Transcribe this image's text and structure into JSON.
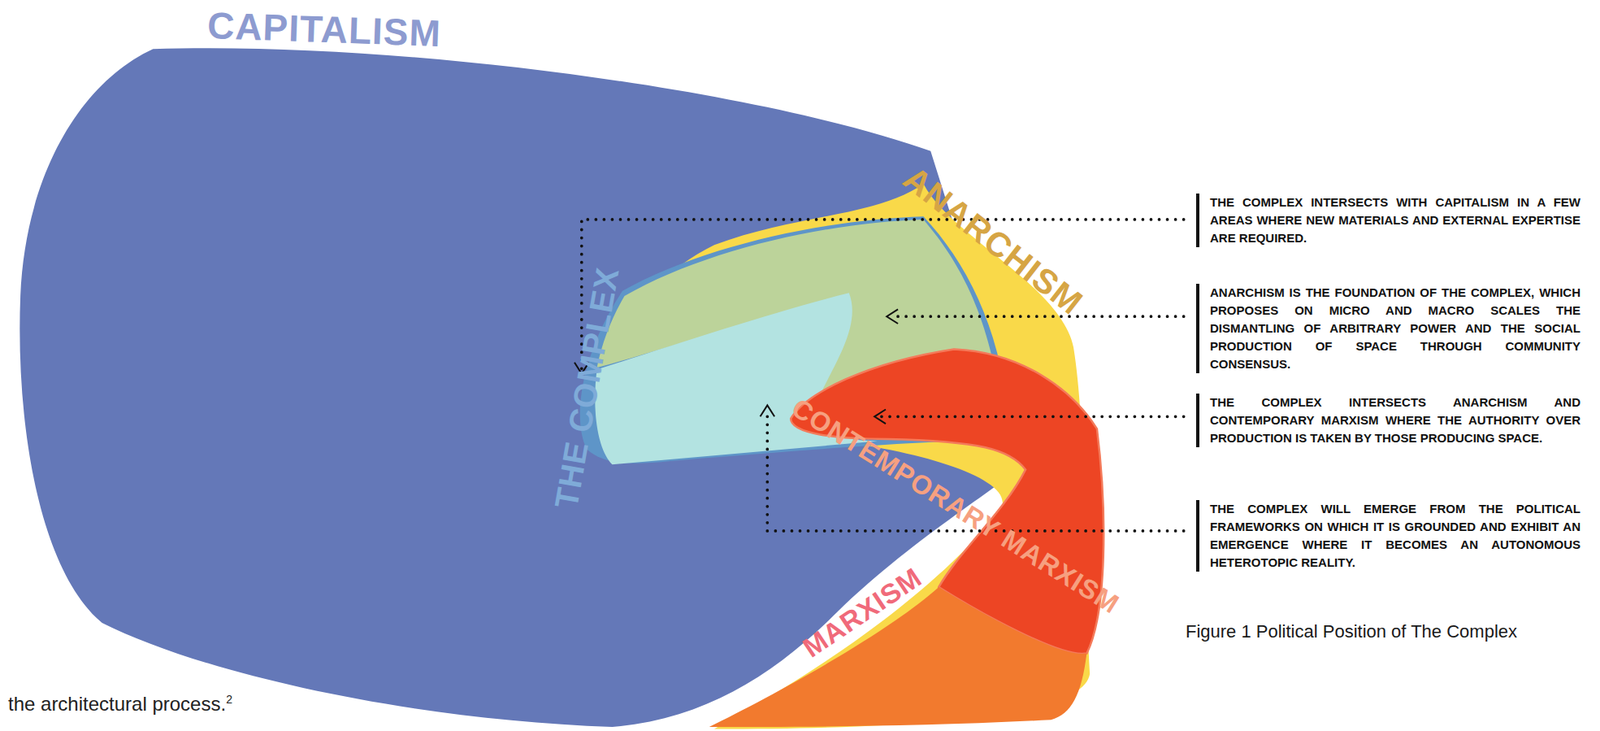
{
  "diagram": {
    "caption": "Figure 1 Political Position of The Complex",
    "nodes": [
      {
        "text": [
          "CAPITALISM"
        ]
      },
      {
        "text": [
          "ANARCHISM"
        ]
      },
      {
        "text": [
          "THE COMPLEX"
        ]
      },
      {
        "text": [
          "CONTEMPORARY MARXISM"
        ]
      },
      {
        "text": [
          "MARXISM"
        ]
      }
    ],
    "labels": [
      "THE COMPLEX INTERSECTS WITH CAPITALISM IN A FEW AREAS WHERE NEW MATERIALS AND EXTERNAL EXPERTISE ARE REQUIRED.",
      "ANARCHISM IS THE FOUNDATION OF THE COMPLEX, WHICH PROPOSES ON MICRO AND MACRO SCALES THE DISMANTLING OF ARBITRARY POWER AND THE SOCIAL PRODUCTION OF SPACE THROUGH COMMUNITY CONSENSUS.",
      "THE COMPLEX INTERSECTS ANARCHISM AND CONTEMPORARY MARXISM WHERE THE AUTHORITY OVER PRODUCTION IS TAKEN BY THOSE PRODUCING SPACE.",
      "THE COMPLEX WILL EMERGE FROM THE POLITICAL FRAMEWORKS ON WHICH IT IS GROUNDED AND EXHIBIT AN EMERGENCE WHERE IT BECOMES AN AUTONOMOUS HETEROTOPIC REALITY.",
      "the architectural process.",
      "2"
    ]
  }
}
